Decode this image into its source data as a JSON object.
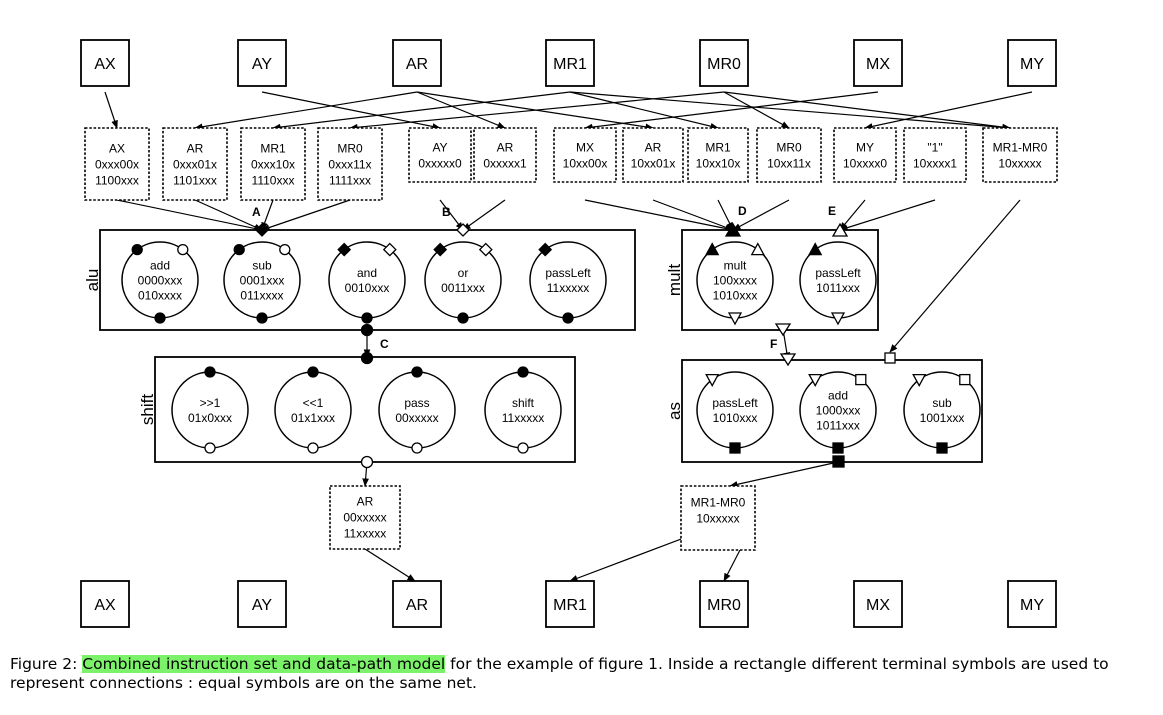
{
  "registers": [
    "AX",
    "AY",
    "AR",
    "MR1",
    "MR0",
    "MX",
    "MY"
  ],
  "sources": [
    {
      "lines": [
        "AX",
        "0xxx00x",
        "1100xxx"
      ]
    },
    {
      "lines": [
        "AR",
        "0xxx01x",
        "1101xxx"
      ]
    },
    {
      "lines": [
        "MR1",
        "0xxx10x",
        "1110xxx"
      ]
    },
    {
      "lines": [
        "MR0",
        "0xxx11x",
        "1111xxx"
      ]
    },
    {
      "lines": [
        "AY",
        "0xxxxx0"
      ]
    },
    {
      "lines": [
        "AR",
        "0xxxxx1"
      ]
    },
    {
      "lines": [
        "MX",
        "10xx00x"
      ]
    },
    {
      "lines": [
        "AR",
        "10xx01x"
      ]
    },
    {
      "lines": [
        "MR1",
        "10xx10x"
      ]
    },
    {
      "lines": [
        "MR0",
        "10xx11x"
      ]
    },
    {
      "lines": [
        "MY",
        "10xxxx0"
      ]
    },
    {
      "lines": [
        "\"1\"",
        "10xxxx1"
      ]
    },
    {
      "lines": [
        "MR1-MR0",
        "10xxxxx"
      ]
    }
  ],
  "units": {
    "alu": {
      "label": "alu",
      "ops": [
        {
          "lines": [
            "add",
            "0000xxx",
            "010xxxx"
          ]
        },
        {
          "lines": [
            "sub",
            "0001xxx",
            "011xxxx"
          ]
        },
        {
          "lines": [
            "and",
            "0010xxx"
          ]
        },
        {
          "lines": [
            "or",
            "0011xxx"
          ]
        },
        {
          "lines": [
            "passLeft",
            "11xxxxx"
          ]
        }
      ]
    },
    "mult": {
      "label": "mult",
      "ops": [
        {
          "lines": [
            "mult",
            "100xxxx",
            "1010xxx"
          ]
        },
        {
          "lines": [
            "passLeft",
            "1011xxx"
          ]
        }
      ]
    },
    "shift": {
      "label": "shift",
      "ops": [
        {
          "lines": [
            ">>1",
            "01x0xxx"
          ]
        },
        {
          "lines": [
            "<<1",
            "01x1xxx"
          ]
        },
        {
          "lines": [
            "pass",
            "00xxxxx"
          ]
        },
        {
          "lines": [
            "shift",
            "11xxxxx"
          ]
        }
      ]
    },
    "as": {
      "label": "as",
      "ops": [
        {
          "lines": [
            "passLeft",
            "1010xxx"
          ]
        },
        {
          "lines": [
            "add",
            "1000xxx",
            "1011xxx"
          ]
        },
        {
          "lines": [
            "sub",
            "1001xxx"
          ]
        }
      ]
    }
  },
  "outputs": [
    {
      "lines": [
        "AR",
        "00xxxxx",
        "11xxxxx"
      ]
    },
    {
      "lines": [
        "MR1-MR0",
        "10xxxxx"
      ]
    }
  ],
  "nets": [
    "A",
    "B",
    "C",
    "D",
    "E",
    "F"
  ],
  "caption": {
    "prefix": "Figure 2: ",
    "highlight": "Combined instruction set and data-path model",
    "rest": " for the example of figure 1.  Inside a rectangle different terminal symbols are used to represent connections : equal symbols are on the same net."
  },
  "colors": {
    "highlight": "#7cf26a",
    "ink": "#000000"
  }
}
